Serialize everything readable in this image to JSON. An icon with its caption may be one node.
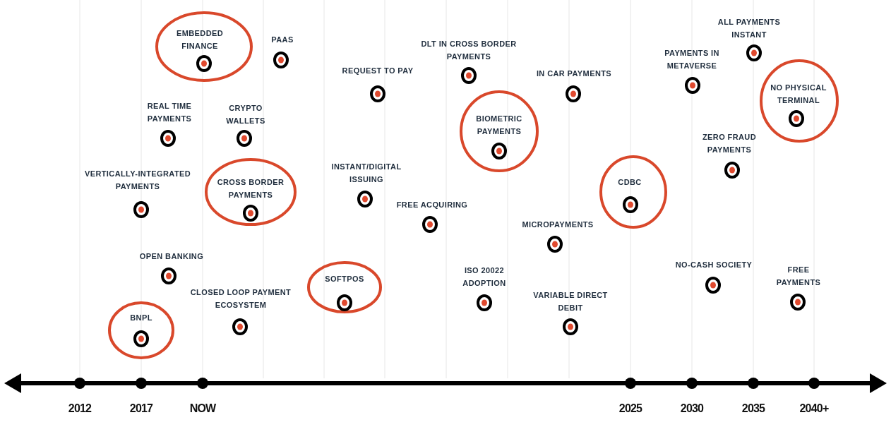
{
  "diagram": {
    "nodes": [
      {
        "text": [
          "EMBEDDED FINANCE"
        ]
      },
      {
        "text": [
          "PAAS"
        ]
      },
      {
        "text": [
          "REQUEST TO PAY"
        ]
      },
      {
        "text": [
          "DLT IN CROSS BORDER PAYMENTS"
        ]
      },
      {
        "text": [
          "IN CAR PAYMENTS"
        ]
      },
      {
        "text": [
          "PAYMENTS IN METAVERSE"
        ]
      },
      {
        "text": [
          "ALL PAYMENTS INSTANT"
        ]
      },
      {
        "text": [
          "NO PHYSICAL TERMINAL"
        ]
      },
      {
        "text": [
          "REAL TIME PAYMENTS"
        ]
      },
      {
        "text": [
          "CRYPTO WALLETS"
        ]
      },
      {
        "text": [
          "BIOMETRIC PAYMENTS"
        ]
      },
      {
        "text": [
          "ZERO FRAUD PAYMENTS"
        ]
      },
      {
        "text": [
          "VERTICALLY-INTEGRATED PAYMENTS"
        ]
      },
      {
        "text": [
          "CROSS BORDER PAYMENTS"
        ]
      },
      {
        "text": [
          "INSTANT/DIGITAL ISSUING"
        ]
      },
      {
        "text": [
          "CDBC"
        ]
      },
      {
        "text": [
          "FREE ACQUIRING"
        ]
      },
      {
        "text": [
          "MICROPAYMENTS"
        ]
      },
      {
        "text": [
          "OPEN BANKING"
        ]
      },
      {
        "text": [
          "NO-CASH SOCIETY"
        ]
      },
      {
        "text": [
          "CLOSED LOOP PAYMENT ECOSYSTEM"
        ]
      },
      {
        "text": [
          "SOFTPOS"
        ]
      },
      {
        "text": [
          "ISO 20022 ADOPTION"
        ]
      },
      {
        "text": [
          "VARIABLE DIRECT DEBIT"
        ]
      },
      {
        "text": [
          "FREE PAYMENTS"
        ]
      },
      {
        "text": [
          "BNPL"
        ]
      }
    ],
    "labels": [
      "2012",
      "2017",
      "NOW",
      "2025",
      "2030",
      "2035",
      "2040+"
    ]
  }
}
